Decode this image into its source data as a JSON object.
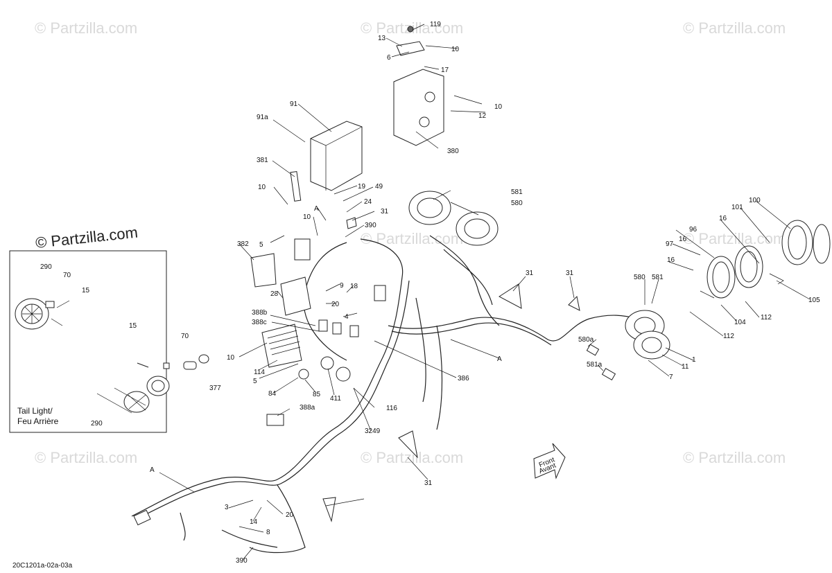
{
  "watermark": "© Partzilla.com",
  "drawing_code": "20C1201a-02a-03a",
  "inset": {
    "title_line1": "Tail Light/",
    "title_line2": "Feu Arrière"
  },
  "front_arrow": {
    "line1": "Front",
    "line2": "Avant"
  },
  "labels": [
    {
      "id": "119",
      "text": "119"
    },
    {
      "id": "13",
      "text": "13"
    },
    {
      "id": "10a",
      "text": "10"
    },
    {
      "id": "6",
      "text": "6"
    },
    {
      "id": "17",
      "text": "17"
    },
    {
      "id": "10b",
      "text": "10"
    },
    {
      "id": "12",
      "text": "12"
    },
    {
      "id": "91",
      "text": "91"
    },
    {
      "id": "91a",
      "text": "91a"
    },
    {
      "id": "380",
      "text": "380"
    },
    {
      "id": "381",
      "text": "381"
    },
    {
      "id": "10c",
      "text": "10"
    },
    {
      "id": "19",
      "text": "19"
    },
    {
      "id": "49",
      "text": "49"
    },
    {
      "id": "24",
      "text": "24"
    },
    {
      "id": "A1",
      "text": "A"
    },
    {
      "id": "31a",
      "text": "31"
    },
    {
      "id": "10d",
      "text": "10"
    },
    {
      "id": "390a",
      "text": "390"
    },
    {
      "id": "5a",
      "text": "5"
    },
    {
      "id": "382",
      "text": "382"
    },
    {
      "id": "581a",
      "text": "581"
    },
    {
      "id": "580a",
      "text": "580"
    },
    {
      "id": "28",
      "text": "28"
    },
    {
      "id": "9",
      "text": "9"
    },
    {
      "id": "18",
      "text": "18"
    },
    {
      "id": "20a",
      "text": "20"
    },
    {
      "id": "4",
      "text": "4"
    },
    {
      "id": "388b",
      "text": "388b"
    },
    {
      "id": "388c",
      "text": "388c"
    },
    {
      "id": "10e",
      "text": "10"
    },
    {
      "id": "114",
      "text": "114"
    },
    {
      "id": "5b",
      "text": "5"
    },
    {
      "id": "84",
      "text": "84"
    },
    {
      "id": "85",
      "text": "85"
    },
    {
      "id": "411",
      "text": "411"
    },
    {
      "id": "116",
      "text": "116"
    },
    {
      "id": "386",
      "text": "386"
    },
    {
      "id": "A2",
      "text": "A"
    },
    {
      "id": "3249",
      "text": "3249"
    },
    {
      "id": "388a",
      "text": "388a"
    },
    {
      "id": "31b",
      "text": "31"
    },
    {
      "id": "31c",
      "text": "31"
    },
    {
      "id": "31d",
      "text": "31"
    },
    {
      "id": "A3",
      "text": "A"
    },
    {
      "id": "3",
      "text": "3"
    },
    {
      "id": "14",
      "text": "14"
    },
    {
      "id": "20b",
      "text": "20"
    },
    {
      "id": "8",
      "text": "8"
    },
    {
      "id": "390b",
      "text": "390"
    },
    {
      "id": "290a",
      "text": "290"
    },
    {
      "id": "70a",
      "text": "70"
    },
    {
      "id": "15a",
      "text": "15"
    },
    {
      "id": "15b",
      "text": "15"
    },
    {
      "id": "70b",
      "text": "70"
    },
    {
      "id": "377",
      "text": "377"
    },
    {
      "id": "290b",
      "text": "290"
    },
    {
      "id": "100",
      "text": "100"
    },
    {
      "id": "101",
      "text": "101"
    },
    {
      "id": "16a",
      "text": "16"
    },
    {
      "id": "96",
      "text": "96"
    },
    {
      "id": "97",
      "text": "97"
    },
    {
      "id": "16b",
      "text": "16"
    },
    {
      "id": "16c",
      "text": "16"
    },
    {
      "id": "580b",
      "text": "580"
    },
    {
      "id": "581b",
      "text": "581"
    },
    {
      "id": "105",
      "text": "105"
    },
    {
      "id": "104",
      "text": "104"
    },
    {
      "id": "112a",
      "text": "112"
    },
    {
      "id": "112b",
      "text": "112"
    },
    {
      "id": "580c",
      "text": "580a"
    },
    {
      "id": "581c",
      "text": "581a"
    },
    {
      "id": "1",
      "text": "1"
    },
    {
      "id": "11",
      "text": "11"
    },
    {
      "id": "7",
      "text": "7"
    }
  ]
}
